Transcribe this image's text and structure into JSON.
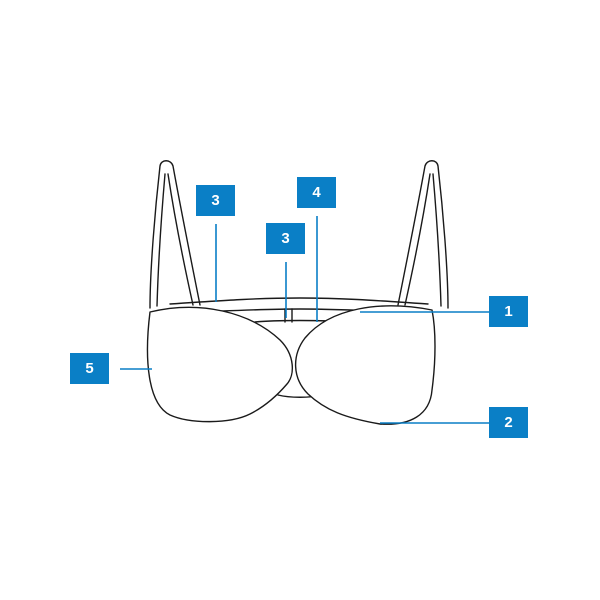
{
  "colors": {
    "accent": "#0a7fc6",
    "outline": "#1a1a1a"
  },
  "callouts": [
    {
      "id": "3a",
      "label": "3"
    },
    {
      "id": "3b",
      "label": "3"
    },
    {
      "id": "4",
      "label": "4"
    },
    {
      "id": "1",
      "label": "1"
    },
    {
      "id": "5",
      "label": "5"
    },
    {
      "id": "2",
      "label": "2"
    }
  ]
}
